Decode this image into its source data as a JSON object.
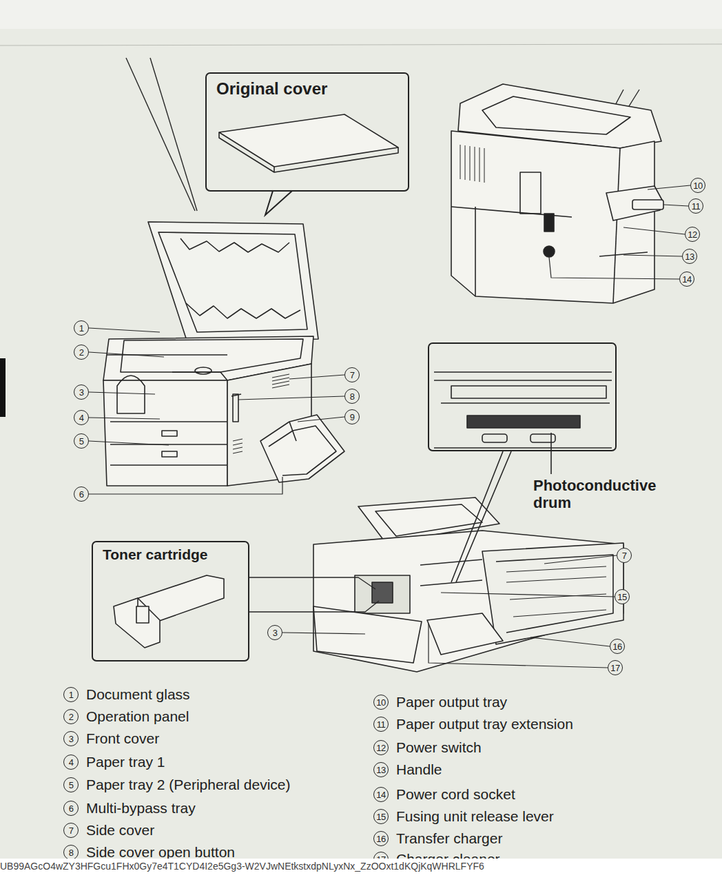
{
  "diagram": {
    "nodes": [
      {
        "text": [
          "Original cover"
        ]
      },
      {
        "text": [
          "Photoconductive drum"
        ]
      },
      {
        "text": [
          "Toner cartridge"
        ]
      }
    ],
    "labels": [
      "1",
      "2",
      "3",
      "4",
      "5",
      "6",
      "7",
      "8",
      "9",
      "10",
      "11",
      "12",
      "13",
      "14",
      "7",
      "15",
      "16",
      "17",
      "3",
      "1",
      "Document glass",
      "2",
      "Operation panel",
      "3",
      "Front cover",
      "4",
      "Paper tray 1",
      "5",
      "Paper tray 2 (Peripheral device)",
      "6",
      "Multi-bypass tray",
      "7",
      "Side cover",
      "8",
      "Side cover open button",
      "10",
      "Paper output tray",
      "11",
      "Paper output tray extension",
      "12",
      "Power switch",
      "13",
      "Handle",
      "14",
      "Power cord socket",
      "15",
      "Fusing unit release lever",
      "16",
      "Transfer charger",
      "17",
      "Charger cleaner",
      "UB99AGcO4wZY3HFGcu1FHx0Gy7e4T1CYD4I2e5Gg3-W2VJwNEtkstxdpNLyxNx_ZzOOxt1dKQjKqWHRLFYF6"
    ]
  }
}
